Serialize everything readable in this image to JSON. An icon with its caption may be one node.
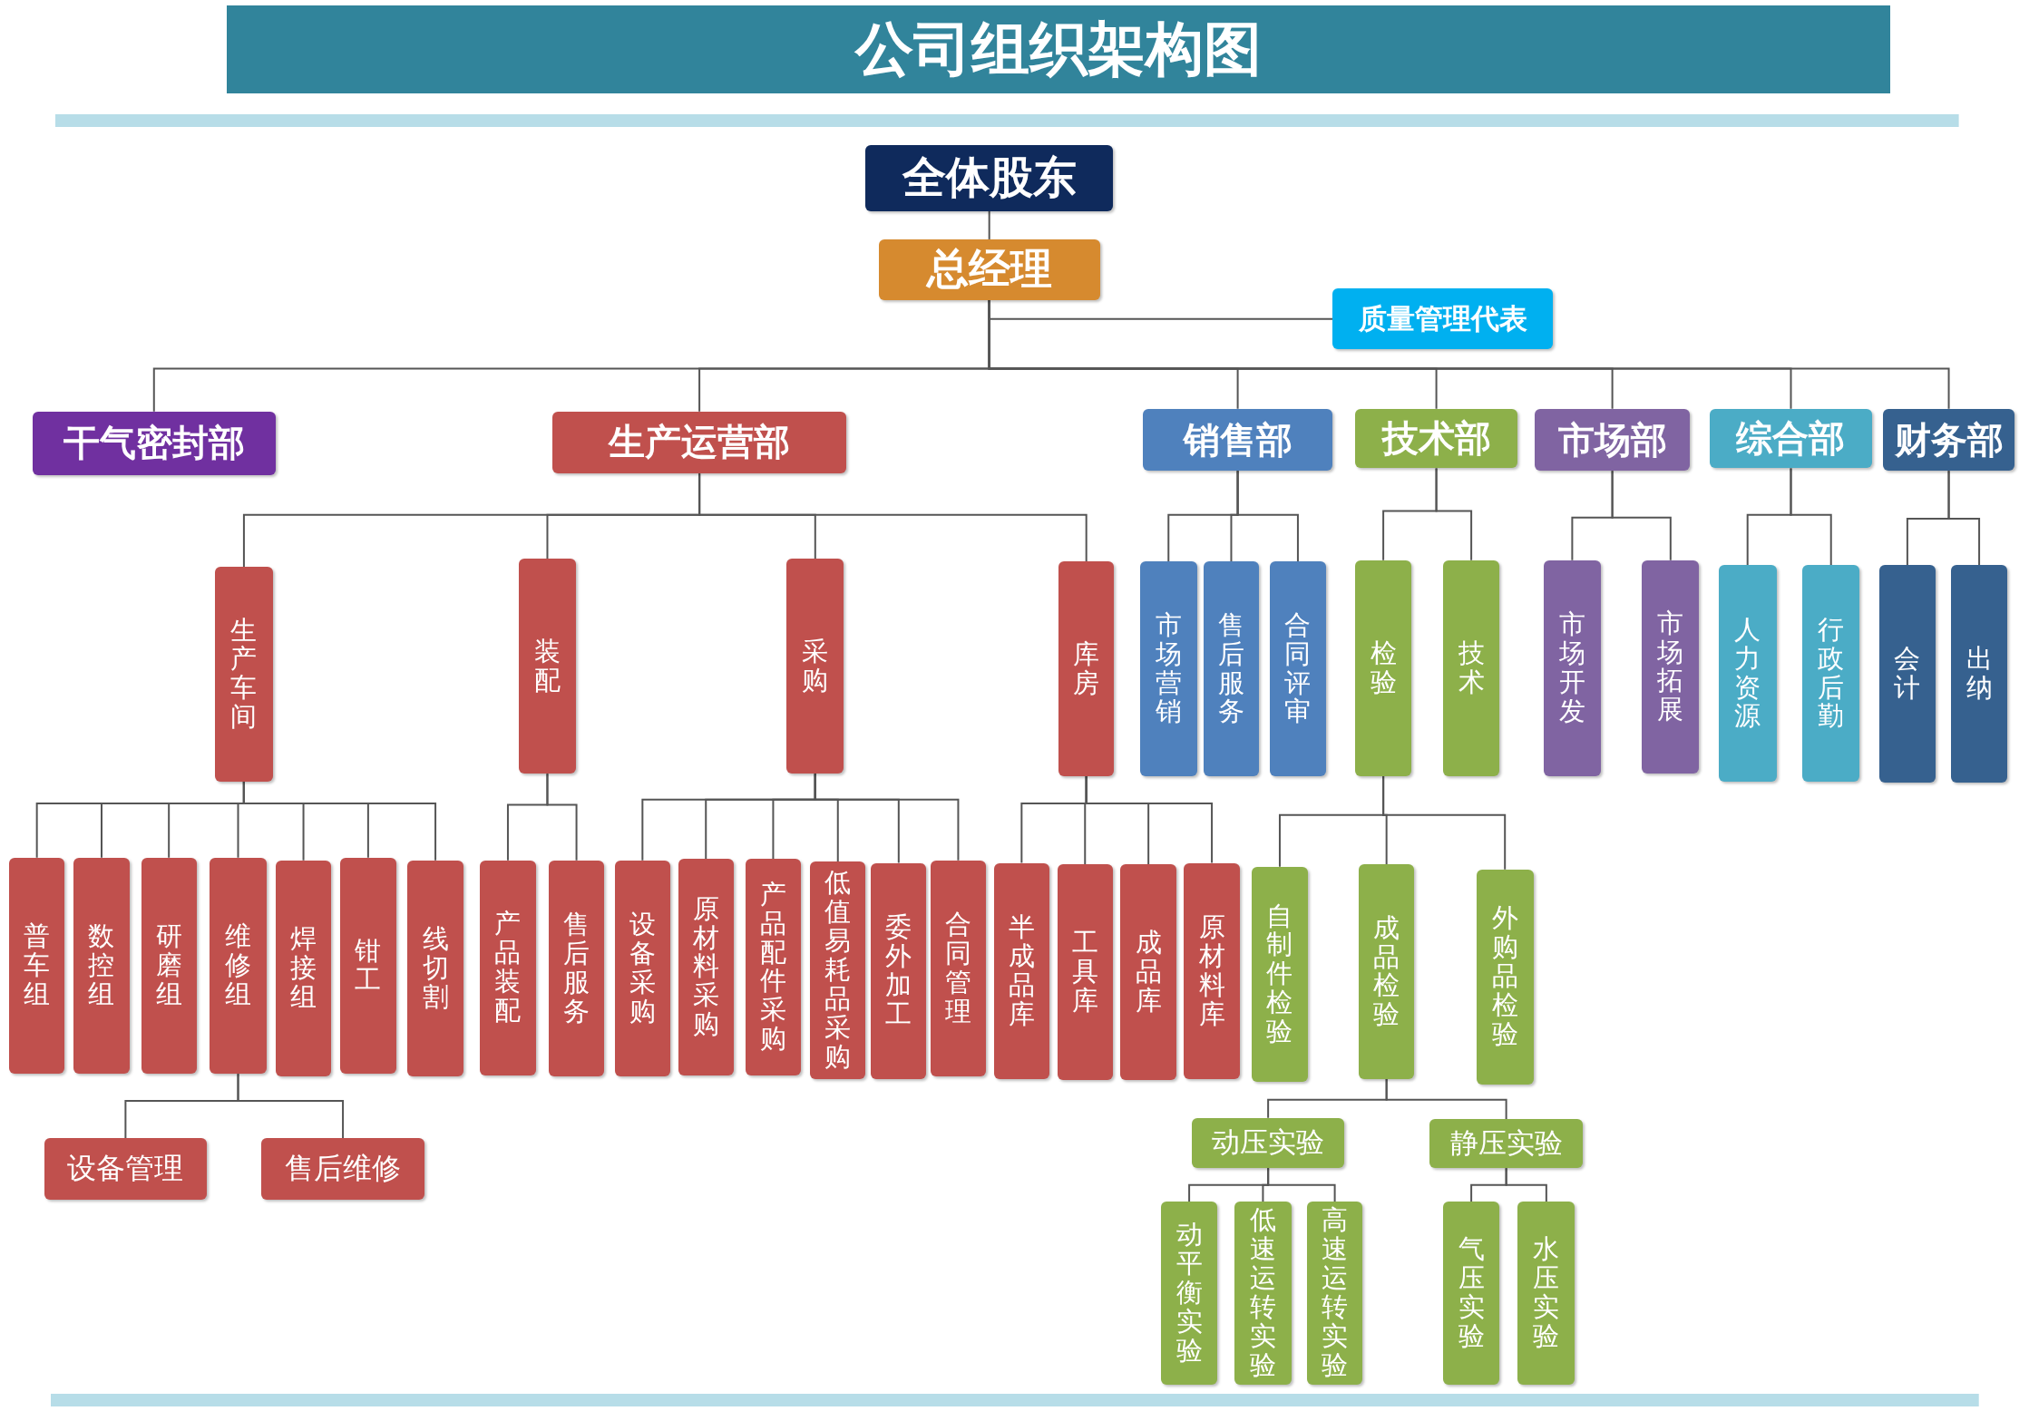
{
  "diagram": {
    "title": "公司组织架构图",
    "nodes": [
      {
        "text": [
          "全体股东"
        ]
      },
      {
        "text": [
          "总经理"
        ]
      },
      {
        "text": [
          "质量管理代表"
        ]
      },
      {
        "text": [
          "干气密封部"
        ]
      },
      {
        "text": [
          "生产运营部"
        ]
      },
      {
        "text": [
          "销售部"
        ]
      },
      {
        "text": [
          "技术部"
        ]
      },
      {
        "text": [
          "市场部"
        ]
      },
      {
        "text": [
          "综合部"
        ]
      },
      {
        "text": [
          "财务部"
        ]
      },
      {
        "text": [
          "生产车间"
        ]
      },
      {
        "text": [
          "装配"
        ]
      },
      {
        "text": [
          "采购"
        ]
      },
      {
        "text": [
          "库房"
        ]
      },
      {
        "text": [
          "市场营销"
        ]
      },
      {
        "text": [
          "售后服务"
        ]
      },
      {
        "text": [
          "合同评审"
        ]
      },
      {
        "text": [
          "检验"
        ]
      },
      {
        "text": [
          "技术"
        ]
      },
      {
        "text": [
          "市场开发"
        ]
      },
      {
        "text": [
          "市场拓展"
        ]
      },
      {
        "text": [
          "人力资源"
        ]
      },
      {
        "text": [
          "行政后勤"
        ]
      },
      {
        "text": [
          "会计"
        ]
      },
      {
        "text": [
          "出纳"
        ]
      },
      {
        "text": [
          "普车组"
        ]
      },
      {
        "text": [
          "数控组"
        ]
      },
      {
        "text": [
          "研磨组"
        ]
      },
      {
        "text": [
          "维修组"
        ]
      },
      {
        "text": [
          "焊接组"
        ]
      },
      {
        "text": [
          "钳工"
        ]
      },
      {
        "text": [
          "线切割"
        ]
      },
      {
        "text": [
          "产品装配"
        ]
      },
      {
        "text": [
          "售后服务"
        ]
      },
      {
        "text": [
          "设备采购"
        ]
      },
      {
        "text": [
          "原材料采购"
        ]
      },
      {
        "text": [
          "产品配件采购"
        ]
      },
      {
        "text": [
          "低值易耗品采购"
        ]
      },
      {
        "text": [
          "委外加工"
        ]
      },
      {
        "text": [
          "合同管理"
        ]
      },
      {
        "text": [
          "半成品库"
        ]
      },
      {
        "text": [
          "工具库"
        ]
      },
      {
        "text": [
          "成品库"
        ]
      },
      {
        "text": [
          "原材料库"
        ]
      },
      {
        "text": [
          "自制件检验"
        ]
      },
      {
        "text": [
          "成品检验"
        ]
      },
      {
        "text": [
          "外购品检验"
        ]
      },
      {
        "text": [
          "设备管理"
        ]
      },
      {
        "text": [
          "售后维修"
        ]
      },
      {
        "text": [
          "动压实验"
        ]
      },
      {
        "text": [
          "静压实验"
        ]
      },
      {
        "text": [
          "动平衡实验"
        ]
      },
      {
        "text": [
          "低速运转实验"
        ]
      },
      {
        "text": [
          "高速运转实验"
        ]
      },
      {
        "text": [
          "气压实验"
        ]
      },
      {
        "text": [
          "水压实验"
        ]
      }
    ],
    "edges": [
      {
        "from": 0,
        "to": 1,
        "arrow": "none"
      },
      {
        "from": 1,
        "to": 2,
        "arrow": "none"
      },
      {
        "from": 1,
        "to": 3,
        "arrow": "none"
      },
      {
        "from": 1,
        "to": 4,
        "arrow": "none"
      },
      {
        "from": 1,
        "to": 5,
        "arrow": "none"
      },
      {
        "from": 1,
        "to": 6,
        "arrow": "none"
      },
      {
        "from": 1,
        "to": 7,
        "arrow": "none"
      },
      {
        "from": 1,
        "to": 8,
        "arrow": "none"
      },
      {
        "from": 1,
        "to": 9,
        "arrow": "none"
      },
      {
        "from": 4,
        "to": 10,
        "arrow": "none"
      },
      {
        "from": 4,
        "to": 11,
        "arrow": "none"
      },
      {
        "from": 4,
        "to": 12,
        "arrow": "none"
      },
      {
        "from": 4,
        "to": 13,
        "arrow": "none"
      },
      {
        "from": 5,
        "to": 14,
        "arrow": "none"
      },
      {
        "from": 5,
        "to": 15,
        "arrow": "none"
      },
      {
        "from": 5,
        "to": 16,
        "arrow": "none"
      },
      {
        "from": 6,
        "to": 17,
        "arrow": "none"
      },
      {
        "from": 6,
        "to": 18,
        "arrow": "none"
      },
      {
        "from": 7,
        "to": 19,
        "arrow": "none"
      },
      {
        "from": 7,
        "to": 20,
        "arrow": "none"
      },
      {
        "from": 8,
        "to": 21,
        "arrow": "none"
      },
      {
        "from": 8,
        "to": 22,
        "arrow": "none"
      },
      {
        "from": 9,
        "to": 23,
        "arrow": "none"
      },
      {
        "from": 9,
        "to": 24,
        "arrow": "none"
      },
      {
        "from": 10,
        "to": 25,
        "arrow": "none"
      },
      {
        "from": 10,
        "to": 26,
        "arrow": "none"
      },
      {
        "from": 10,
        "to": 27,
        "arrow": "none"
      },
      {
        "from": 10,
        "to": 28,
        "arrow": "none"
      },
      {
        "from": 10,
        "to": 29,
        "arrow": "none"
      },
      {
        "from": 10,
        "to": 30,
        "arrow": "none"
      },
      {
        "from": 10,
        "to": 31,
        "arrow": "none"
      },
      {
        "from": 11,
        "to": 32,
        "arrow": "none"
      },
      {
        "from": 11,
        "to": 33,
        "arrow": "none"
      },
      {
        "from": 12,
        "to": 34,
        "arrow": "none"
      },
      {
        "from": 12,
        "to": 35,
        "arrow": "none"
      },
      {
        "from": 12,
        "to": 36,
        "arrow": "none"
      },
      {
        "from": 12,
        "to": 37,
        "arrow": "none"
      },
      {
        "from": 12,
        "to": 38,
        "arrow": "none"
      },
      {
        "from": 12,
        "to": 39,
        "arrow": "none"
      },
      {
        "from": 13,
        "to": 40,
        "arrow": "none"
      },
      {
        "from": 13,
        "to": 41,
        "arrow": "none"
      },
      {
        "from": 13,
        "to": 42,
        "arrow": "none"
      },
      {
        "from": 13,
        "to": 43,
        "arrow": "none"
      },
      {
        "from": 17,
        "to": 44,
        "arrow": "none"
      },
      {
        "from": 17,
        "to": 45,
        "arrow": "none"
      },
      {
        "from": 17,
        "to": 46,
        "arrow": "none"
      },
      {
        "from": 28,
        "to": 47,
        "arrow": "none"
      },
      {
        "from": 28,
        "to": 48,
        "arrow": "none"
      },
      {
        "from": 45,
        "to": 49,
        "arrow": "none"
      },
      {
        "from": 45,
        "to": 50,
        "arrow": "none"
      },
      {
        "from": 49,
        "to": 51,
        "arrow": "none"
      },
      {
        "from": 49,
        "to": 52,
        "arrow": "none"
      },
      {
        "from": 49,
        "to": 53,
        "arrow": "none"
      },
      {
        "from": 50,
        "to": 54,
        "arrow": "none"
      },
      {
        "from": 50,
        "to": 55,
        "arrow": "none"
      }
    ]
  }
}
